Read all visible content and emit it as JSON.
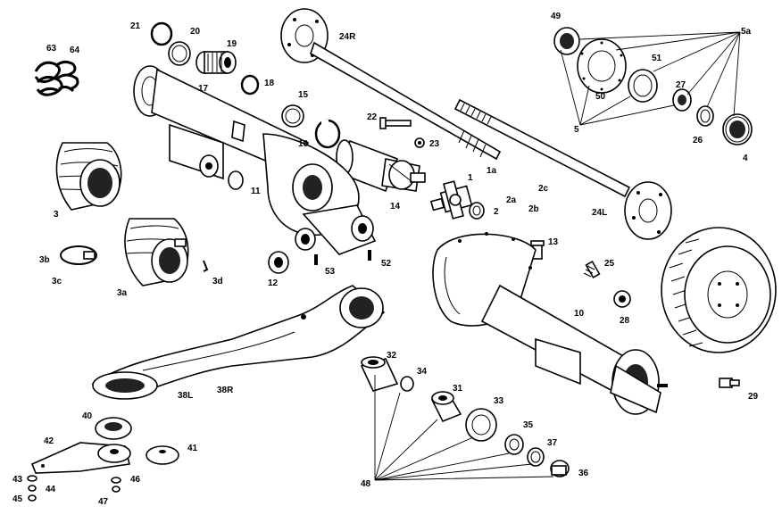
{
  "diagram": {
    "labels": {
      "l63": "63",
      "l64": "64",
      "l21": "21",
      "l20": "20",
      "l19": "19",
      "l17": "17",
      "l18": "18",
      "l15": "15",
      "l16": "16",
      "l24R": "24R",
      "l22": "22",
      "l23": "23",
      "l49": "49",
      "l5a": "5a",
      "l51": "51",
      "l50": "50",
      "l27": "27",
      "l5": "5",
      "l26": "26",
      "l4": "4",
      "l3": "3",
      "l11": "11",
      "l1a": "1a",
      "l1": "1",
      "l2a": "2a",
      "l2c": "2c",
      "l2b": "2b",
      "l2": "2",
      "l14": "14",
      "l24L": "24L",
      "l13": "13",
      "l3b": "3b",
      "l3c": "3c",
      "l3a": "3a",
      "l3d": "3d",
      "l12": "12",
      "l53": "53",
      "l52": "52",
      "l25": "25",
      "l10": "10",
      "l28": "28",
      "l32": "32",
      "l34": "34",
      "l31": "31",
      "l33": "33",
      "l38L": "38L",
      "l38R": "38R",
      "l29": "29",
      "l40": "40",
      "l42": "42",
      "l41": "41",
      "l35": "35",
      "l37": "37",
      "l36": "36",
      "l43": "43",
      "l44": "44",
      "l46": "46",
      "l45": "45",
      "l47": "47",
      "l48": "48"
    }
  }
}
